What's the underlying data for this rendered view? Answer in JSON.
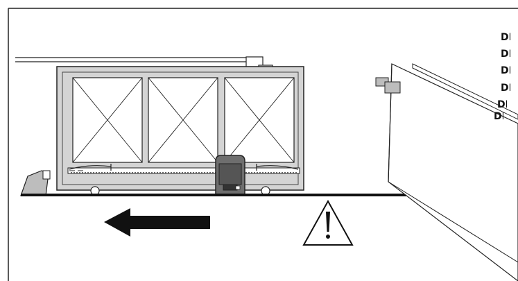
{
  "labels": [
    "DI",
    "DI",
    "DI",
    "DI",
    "DI",
    "DI"
  ],
  "colors": {
    "line": "#222222",
    "gate_fill": "#d9d9d9",
    "motor_fill": "#6b6b6b",
    "ground": "#111111",
    "arrow": "#111111"
  },
  "icons": {
    "warning": "warning-triangle-icon",
    "direction": "arrow-left-icon"
  }
}
